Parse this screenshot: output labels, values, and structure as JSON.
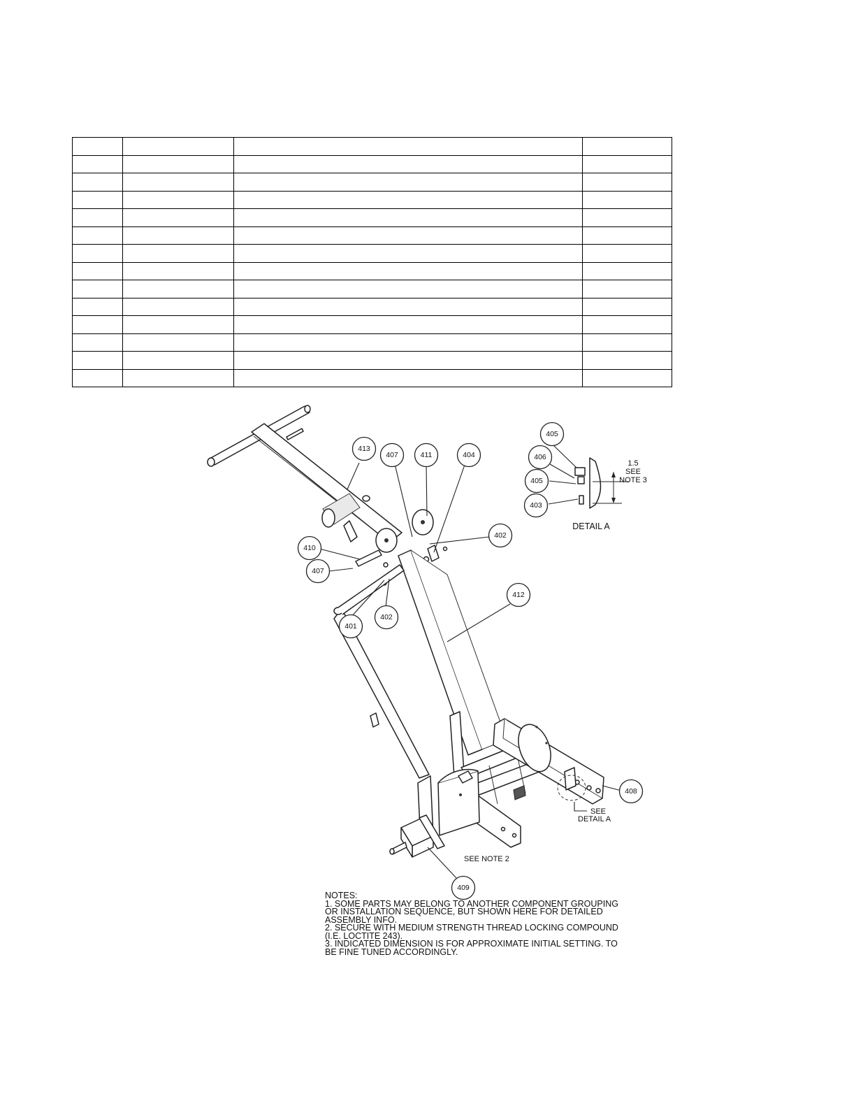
{
  "parts_table": {
    "rows": [
      [
        "",
        "",
        "",
        ""
      ],
      [
        "",
        "",
        "",
        ""
      ],
      [
        "",
        "",
        "",
        ""
      ],
      [
        "",
        "",
        "",
        ""
      ],
      [
        "",
        "",
        "",
        ""
      ],
      [
        "",
        "",
        "",
        ""
      ],
      [
        "",
        "",
        "",
        ""
      ],
      [
        "",
        "",
        "",
        ""
      ],
      [
        "",
        "",
        "",
        ""
      ],
      [
        "",
        "",
        "",
        ""
      ],
      [
        "",
        "",
        "",
        ""
      ],
      [
        "",
        "",
        "",
        ""
      ],
      [
        "",
        "",
        "",
        ""
      ],
      [
        "",
        "",
        "",
        ""
      ]
    ]
  },
  "callouts": {
    "c401": "401",
    "c402a": "402",
    "c402b": "402",
    "c403": "403",
    "c404": "404",
    "c405a": "405",
    "c405b": "405",
    "c406": "406",
    "c407a": "407",
    "c407b": "407",
    "c408": "408",
    "c409": "409",
    "c410": "410",
    "c411": "411",
    "c412": "412",
    "c413": "413"
  },
  "detail": {
    "title": "DETAIL A",
    "dim_value": "1.5",
    "dim_see": "SEE",
    "dim_note": "NOTE 3",
    "see_detail_1": "SEE",
    "see_detail_2": "DETAIL A",
    "see_note_2": "SEE NOTE 2"
  },
  "notes": {
    "heading": "NOTES:",
    "lines": [
      "1.  SOME PARTS MAY BELONG TO ANOTHER COMPONENT GROUPING",
      "OR INSTALLATION SEQUENCE, BUT SHOWN HERE FOR DETAILED",
      "ASSEMBLY INFO.",
      "2.  SECURE WITH MEDIUM STRENGTH THREAD LOCKING COMPOUND",
      "(I.E.  LOCTITE 243).",
      "3.  INDICATED DIMENSION IS FOR APPROXIMATE INITIAL SETTING.  TO",
      "BE FINE TUNED ACCORDINGLY."
    ]
  }
}
